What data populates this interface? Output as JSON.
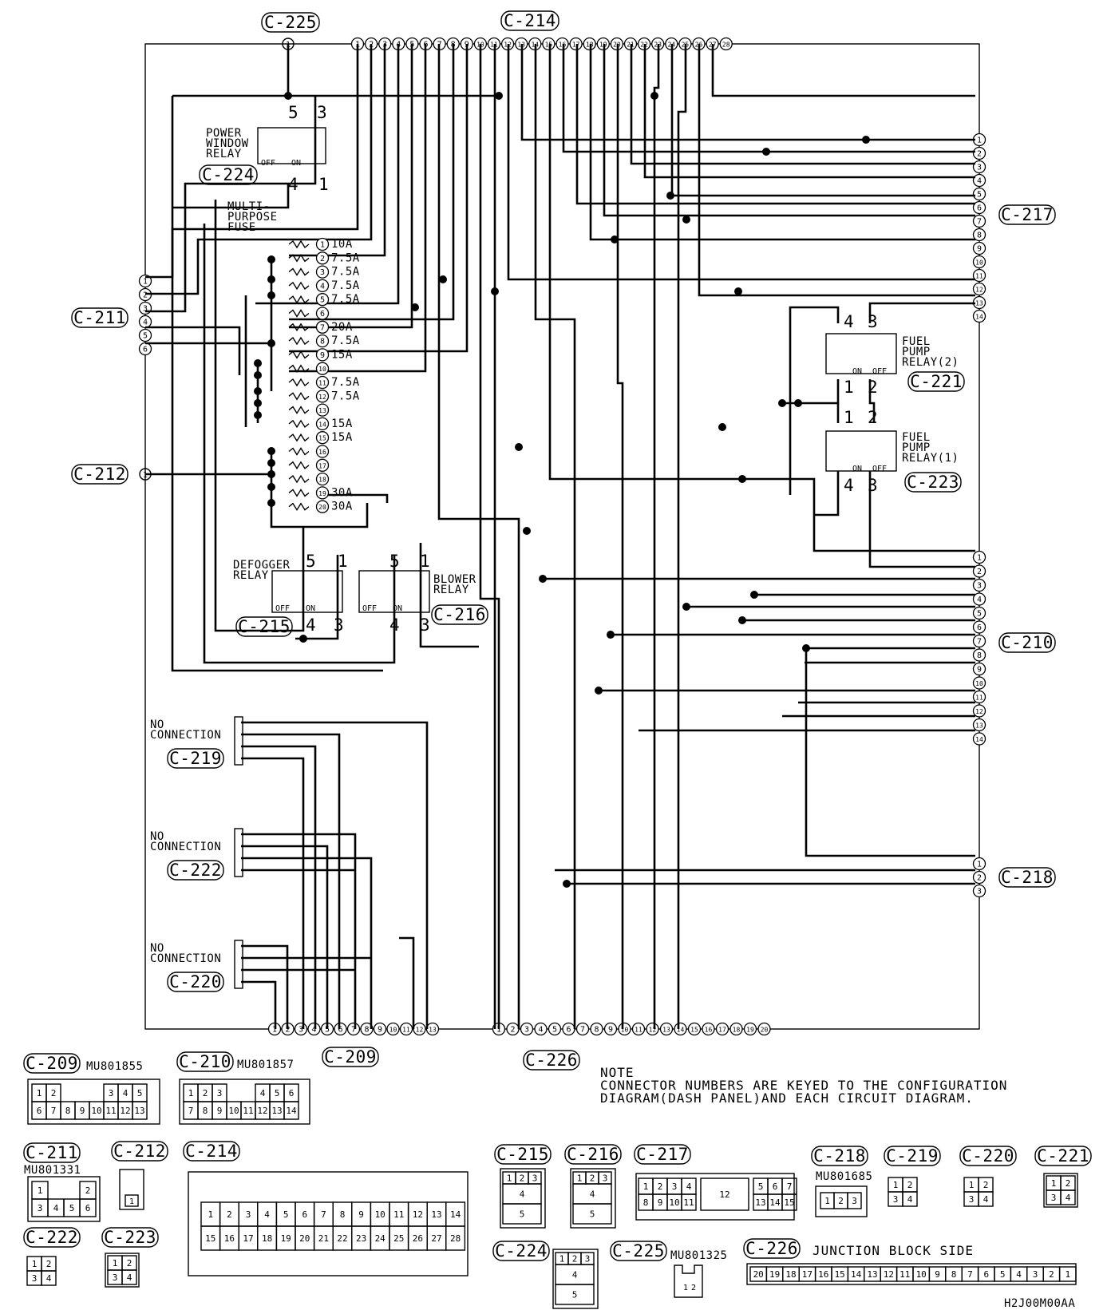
{
  "connectors": {
    "c225": "C-225",
    "c214": "C-214",
    "c224": "C-224",
    "c217": "C-217",
    "c211": "C-211",
    "c212": "C-212",
    "c221": "C-221",
    "c223": "C-223",
    "c215": "C-215",
    "c216": "C-216",
    "c210": "C-210",
    "c219": "C-219",
    "c222": "C-222",
    "c220": "C-220",
    "c218": "C-218",
    "c209": "C-209",
    "c226": "C-226"
  },
  "relays": {
    "power_window": [
      "POWER",
      "WINDOW",
      "RELAY"
    ],
    "fuel_pump_2": [
      "FUEL",
      "PUMP",
      "RELAY(2)"
    ],
    "fuel_pump_1": [
      "FUEL",
      "PUMP",
      "RELAY(1)"
    ],
    "defogger": [
      "DEFOGGER",
      "RELAY"
    ],
    "blower": [
      "BLOWER",
      "RELAY"
    ],
    "off": "OFF",
    "on": "ON"
  },
  "fuse": {
    "title": [
      "MULTI-",
      "PURPOSE",
      "FUSE"
    ],
    "ratings": [
      "10A",
      "7.5A",
      "7.5A",
      "7.5A",
      "7.5A",
      "",
      "20A",
      "7.5A",
      "15A",
      "",
      "7.5A",
      "7.5A",
      "",
      "15A",
      "15A",
      "",
      "",
      "",
      "30A",
      "30A"
    ]
  },
  "no_connection": [
    "NO",
    "CONNECTION"
  ],
  "note": {
    "heading": "NOTE",
    "line1": "CONNECTOR NUMBERS ARE KEYED TO THE CONFIGURATION",
    "line2": "DIAGRAM(DASH PANEL)AND EACH CIRCUIT DIAGRAM."
  },
  "part_numbers": {
    "c209": "MU801855",
    "c210": "MU801857",
    "c211": "MU801331",
    "c218": "MU801685",
    "c225": "MU801325"
  },
  "junction_block_side": "JUNCTION BLOCK SIDE",
  "figure_code": "H2J00M00AA"
}
